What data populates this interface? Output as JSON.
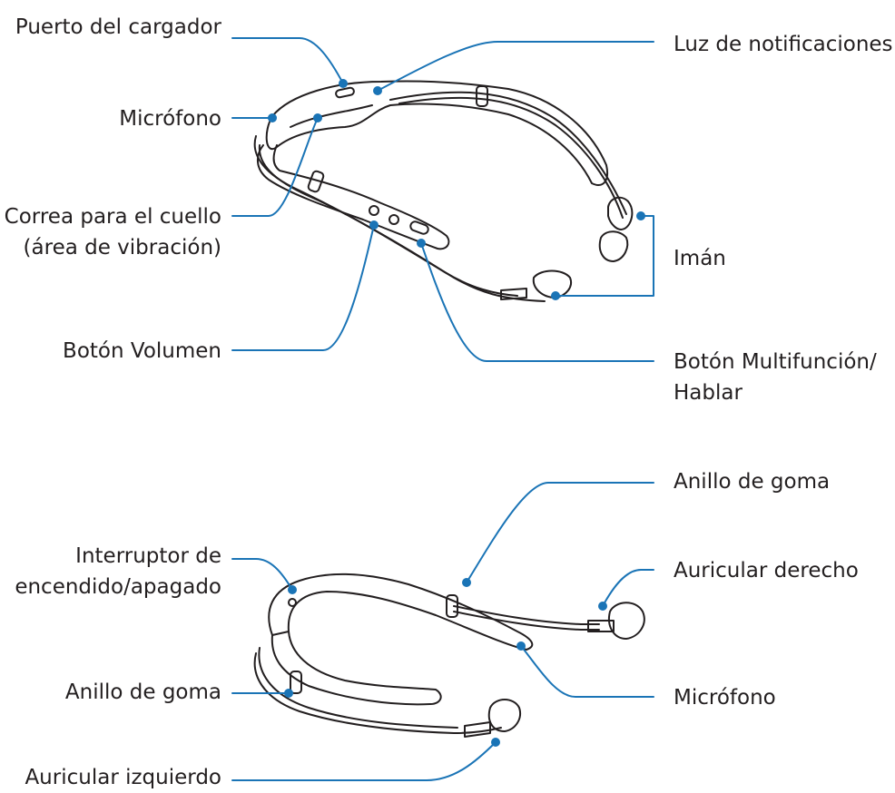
{
  "colors": {
    "leader": "#1a74b6",
    "outline": "#231f20",
    "text": "#231f20"
  },
  "top": {
    "charging_port": "Puerto del cargador",
    "notification_light": "Luz de notificaciones",
    "microphone": "Micrófono",
    "neckband_line1": "Correa para el cuello",
    "neckband_line2": "(área de vibración)",
    "magnet": "Imán",
    "volume_button": "Botón Volumen",
    "multifunction_line1": "Botón Multifunción/",
    "multifunction_line2": "Hablar"
  },
  "bottom": {
    "rubber_ring_right": "Anillo de goma",
    "power_switch_line1": "Interruptor de",
    "power_switch_line2": "encendido/apagado",
    "right_earbud": "Auricular derecho",
    "rubber_ring_left": "Anillo de goma",
    "microphone": "Micrófono",
    "left_earbud": "Auricular izquierdo"
  }
}
